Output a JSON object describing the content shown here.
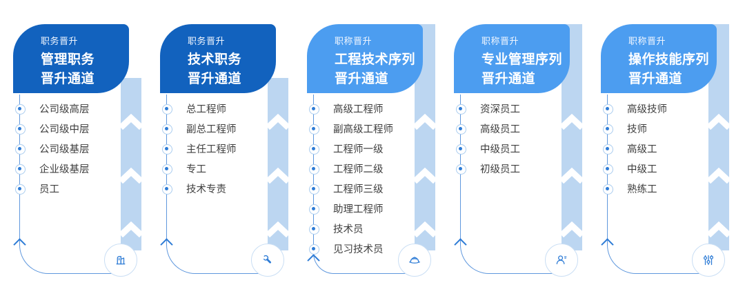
{
  "colors": {
    "dark_header": "#1262BE",
    "light_header": "#4C9DF0",
    "ribbon": "#BCD6F1",
    "track_line": "#5E97DD",
    "accent": "#2E7CD6",
    "bullet_ring": "#A9CCEF",
    "circle_border": "#C9DEF4",
    "item_text": "#3E3E3E"
  },
  "cards": [
    {
      "theme": "dark",
      "tag": "职务晋升",
      "title_line1": "管理职务",
      "title_line2": "晋升通道",
      "icon": "building-icon",
      "items": [
        "公司级高层",
        "公司级中层",
        "公司级基层",
        "企业级基层",
        "员工"
      ]
    },
    {
      "theme": "dark",
      "tag": "职务晋升",
      "title_line1": "技术职务",
      "title_line2": "晋升通道",
      "icon": "wrench-icon",
      "items": [
        "总工程师",
        "副总工程师",
        "主任工程师",
        "专工",
        "技术专责"
      ]
    },
    {
      "theme": "light",
      "tag": "职称晋升",
      "title_line1": "工程技术序列",
      "title_line2": "晋升通道",
      "icon": "hardhat-icon",
      "items": [
        "高级工程师",
        "副高级工程师",
        "工程师一级",
        "工程师二级",
        "工程师三级",
        "助理工程师",
        "技术员",
        "见习技术员"
      ]
    },
    {
      "theme": "light",
      "tag": "职称晋升",
      "title_line1": "专业管理序列",
      "title_line2": "晋升通道",
      "icon": "user-icon",
      "items": [
        "资深员工",
        "高级员工",
        "中级员工",
        "初级员工"
      ]
    },
    {
      "theme": "light",
      "tag": "职称晋升",
      "title_line1": "操作技能序列",
      "title_line2": "晋升通道",
      "icon": "sliders-icon",
      "items": [
        "高级技师",
        "技师",
        "高级工",
        "中级工",
        "熟练工"
      ]
    }
  ]
}
